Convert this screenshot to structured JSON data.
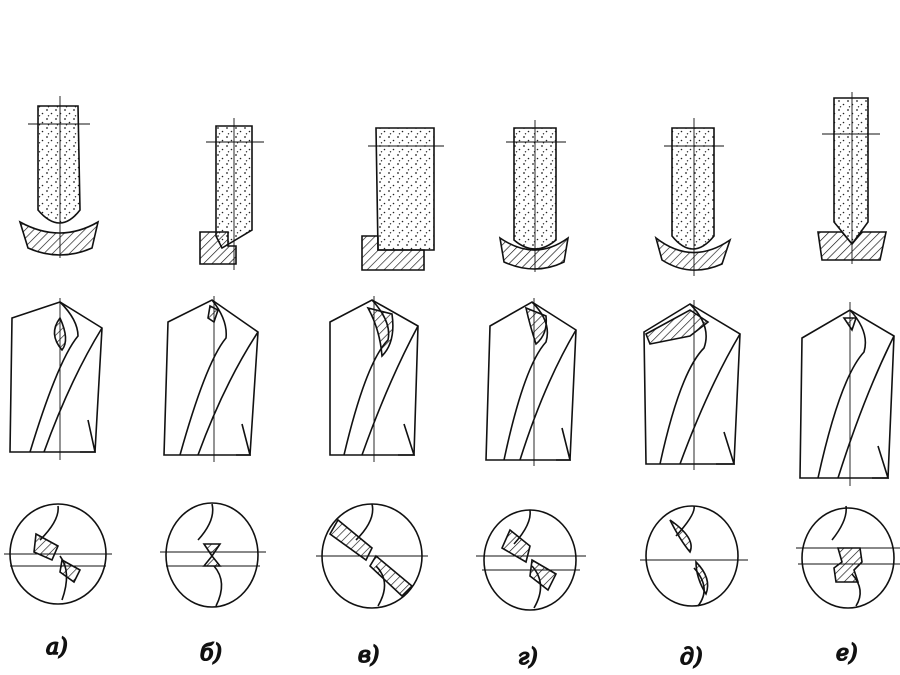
{
  "figure": {
    "ink_color": "#111111",
    "hatch_color": "#111111",
    "panels": [
      {
        "caption": "а)"
      },
      {
        "caption": "б)"
      },
      {
        "caption": "в)"
      },
      {
        "caption": "г)"
      },
      {
        "caption": "д)"
      },
      {
        "caption": "е)"
      }
    ]
  }
}
